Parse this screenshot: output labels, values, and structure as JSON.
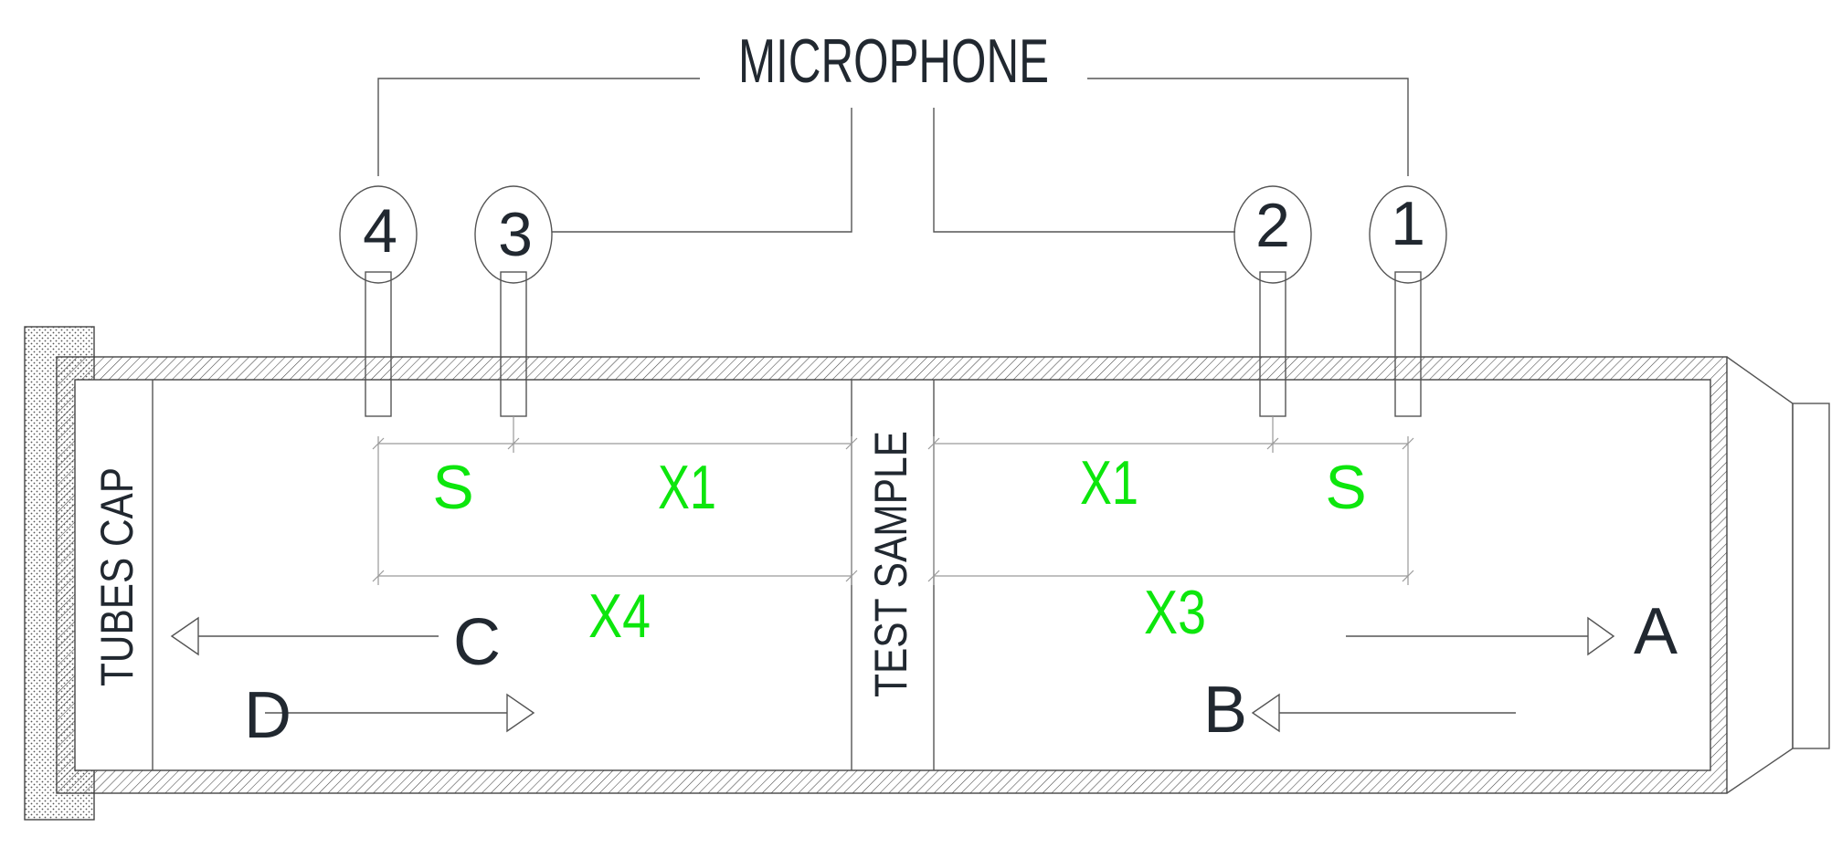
{
  "title": "MICROPHONE",
  "microphones": [
    {
      "label": "4"
    },
    {
      "label": "3"
    },
    {
      "label": "2"
    },
    {
      "label": "1"
    }
  ],
  "labels": {
    "tube_cap": "TUBES CAP",
    "test_sample": "TEST SAMPLE"
  },
  "dimensions": {
    "s_left": "S",
    "x1_left": "X1",
    "x4": "X4",
    "x1_right": "X1",
    "s_right": "S",
    "x3": "X3"
  },
  "waves": {
    "a": "A",
    "b": "B",
    "c": "C",
    "d": "D"
  },
  "colors": {
    "text": "#212830",
    "dimension_text": "#0de60d",
    "line": "#555555"
  }
}
